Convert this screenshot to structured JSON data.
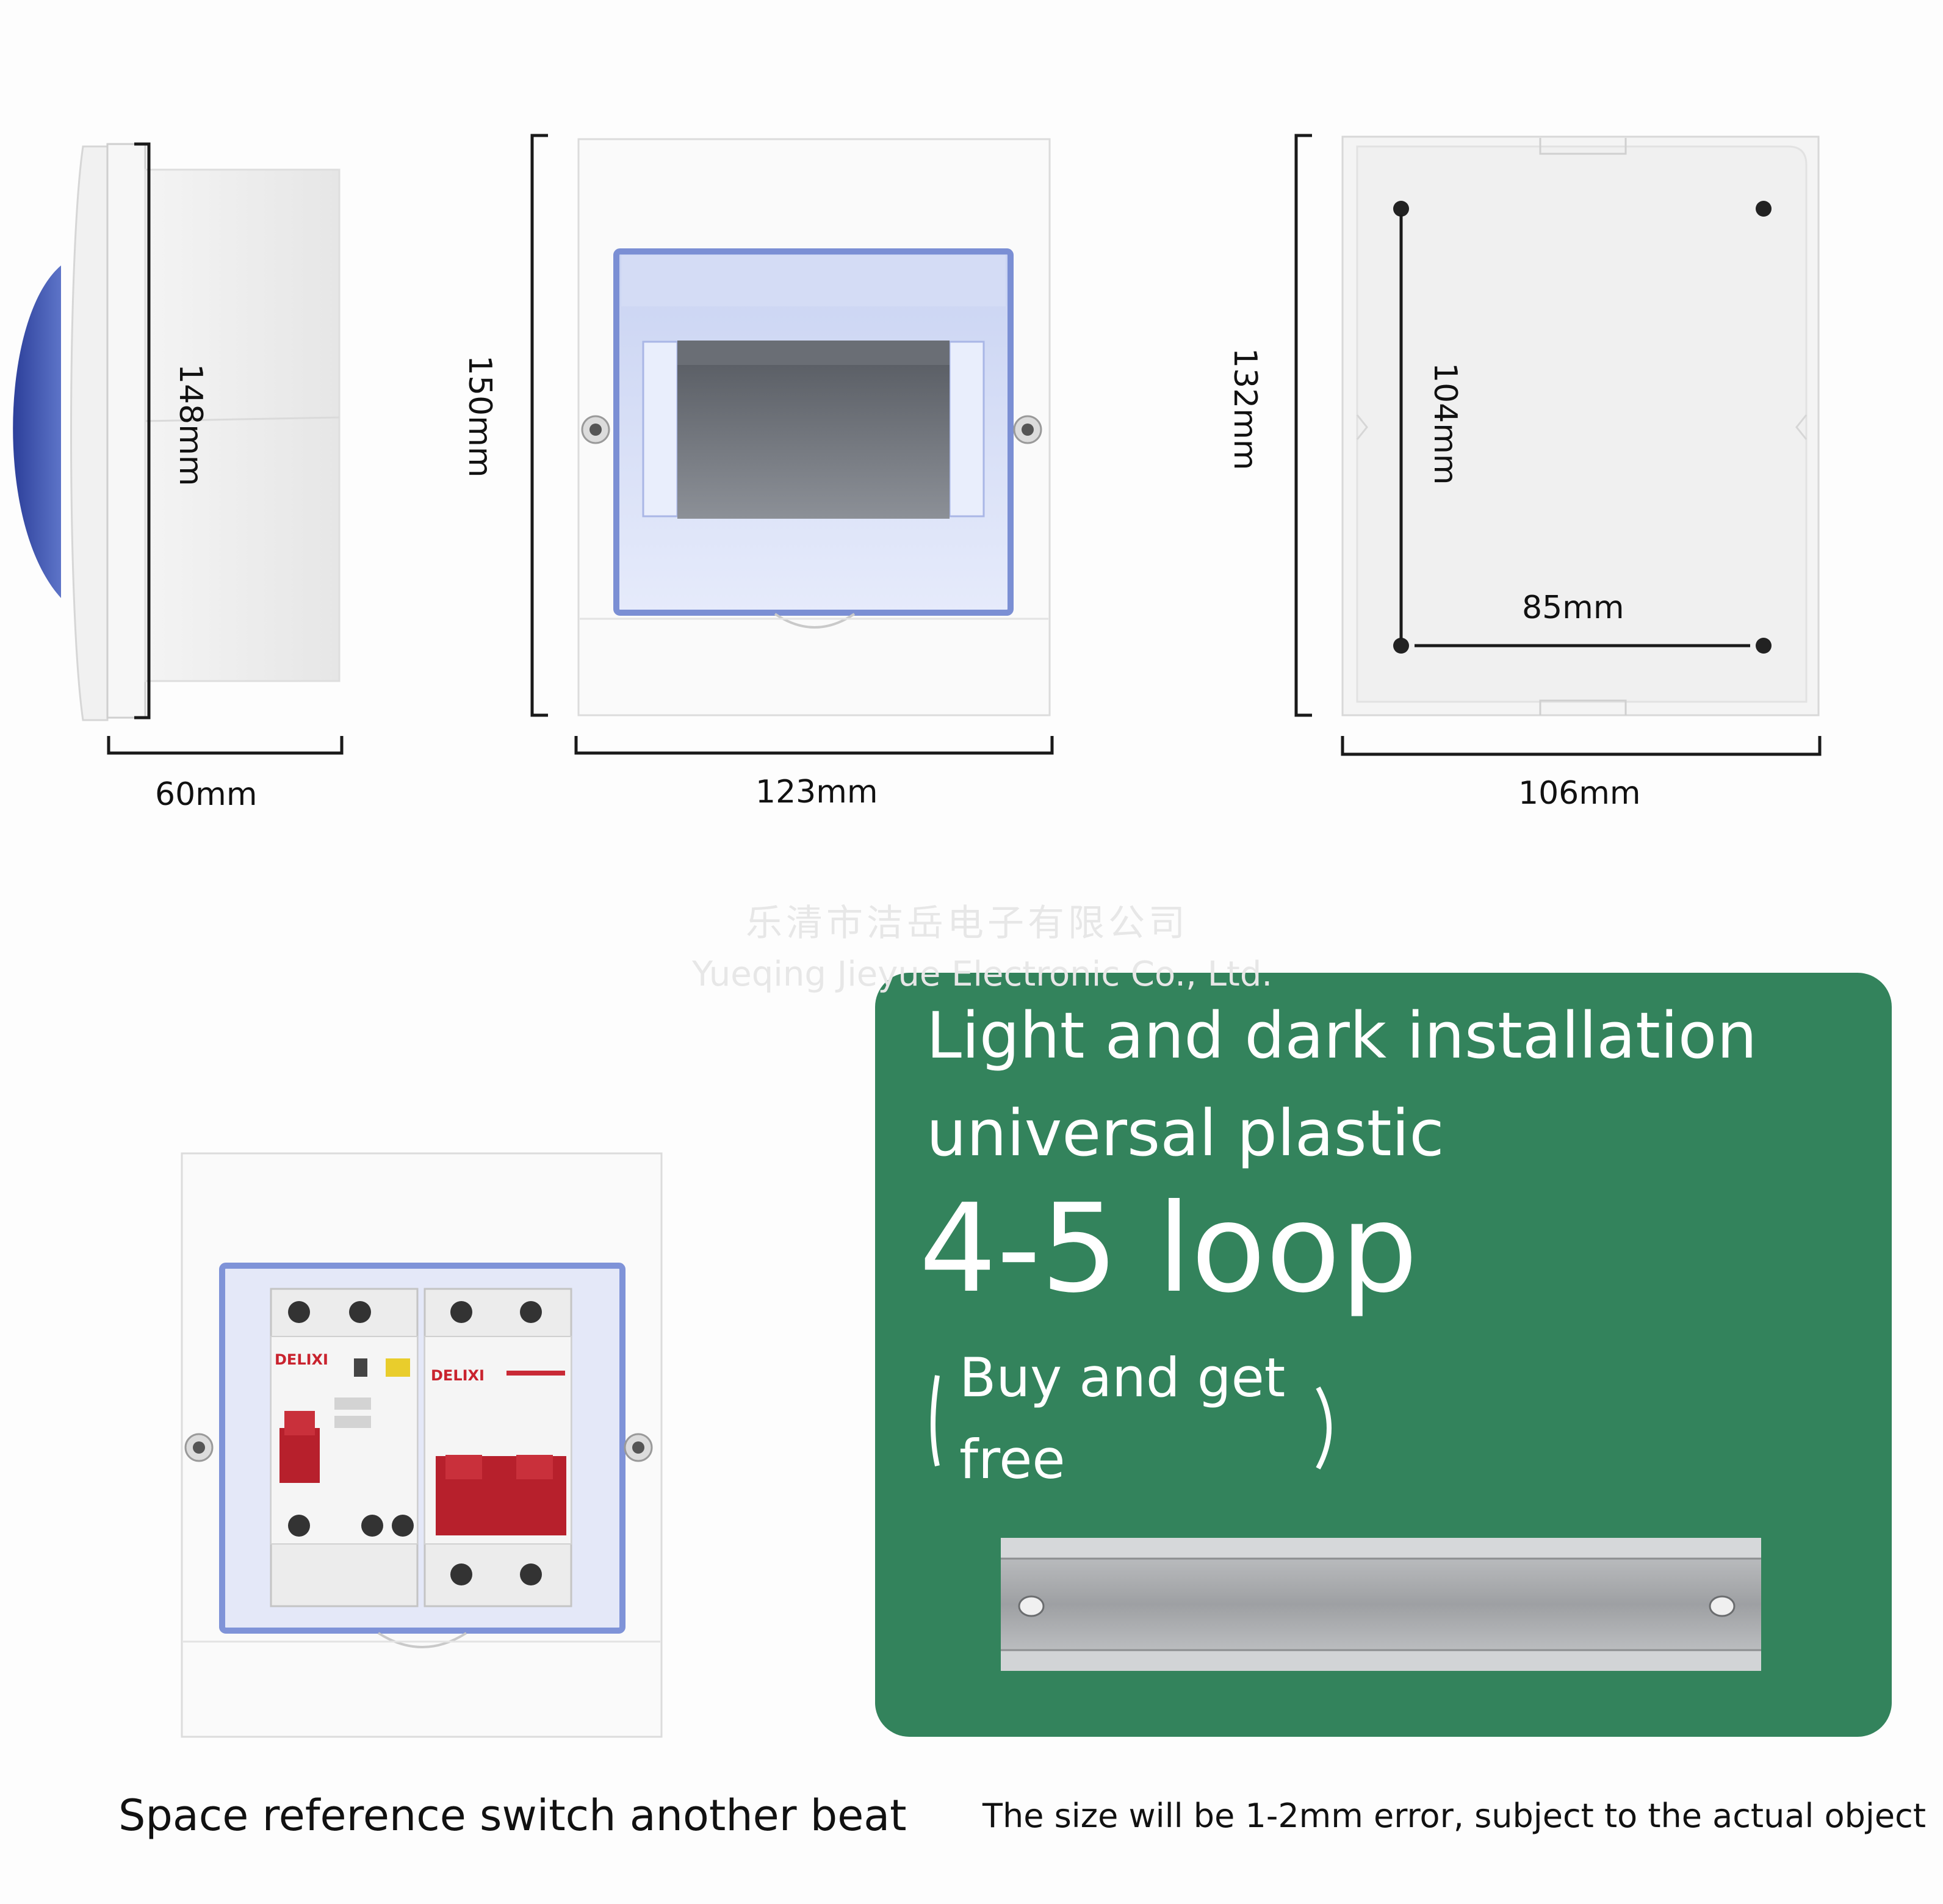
{
  "dimensions": {
    "side_height": "148mm",
    "side_depth": "60mm",
    "front_height": "150mm",
    "front_width": "123mm",
    "back_height": "132mm",
    "back_width": "106mm",
    "hole_vertical": "104mm",
    "hole_horizontal": "85mm"
  },
  "watermark": {
    "cn": "乐清市洁岳电子有限公司",
    "en": "Yueqing Jieyue Electronic Co., Ltd."
  },
  "promo": {
    "line1": "Light and dark installation",
    "line2": "universal plastic",
    "headline": "4-5 loop",
    "bonus_line1": "Buy and get",
    "bonus_line2": "free"
  },
  "breaker_brand": "DELIXI",
  "captions": {
    "left": "Space reference switch another beat",
    "right": "The size will be 1-2mm error, subject to the actual object"
  },
  "colors": {
    "promo_bg": "#33835c",
    "cover_blue": "#8093d6",
    "breaker_red": "#b7202c"
  }
}
